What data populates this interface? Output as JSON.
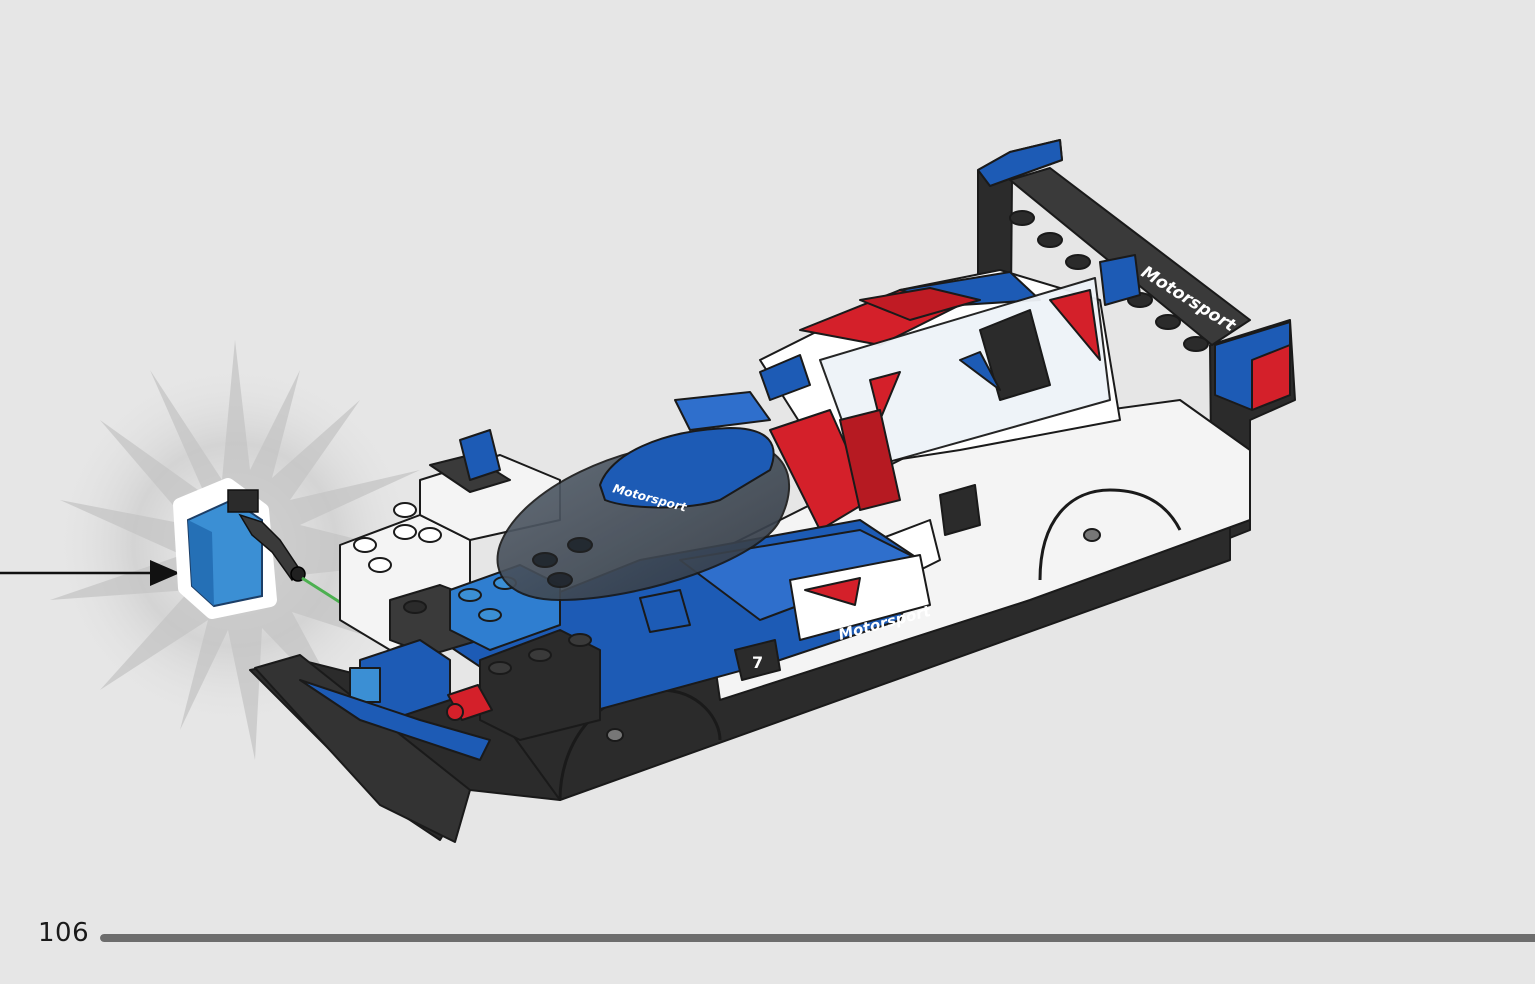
{
  "instruction_step": {
    "part_color": "#3b8fd4",
    "arrow_color": "#111111",
    "insert_arrow_color": "#4cb050"
  },
  "model": {
    "livery_colors": [
      "#1d5bb5",
      "#d4202a",
      "#ffffff",
      "#2b2b2b"
    ],
    "sponsor_text": "Motorsport",
    "car_number": "7"
  },
  "footer": {
    "page_number": "106",
    "progress": 1.0
  }
}
